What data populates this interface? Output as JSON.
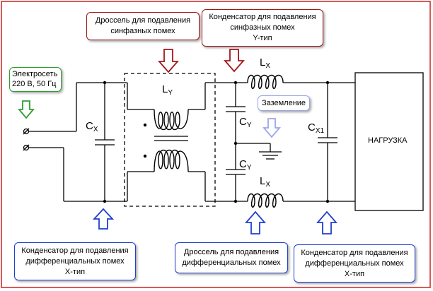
{
  "callouts": {
    "mains": {
      "line1": "Электросеть",
      "line2": "220 В, 50 Гц"
    },
    "common_mode_choke": {
      "line1": "Дроссель для подавления",
      "line2": "синфазных помех"
    },
    "y_capacitor": {
      "line1": "Конденсатор для подавления",
      "line2": "синфазных помех",
      "line3": "Y-тип"
    },
    "ground": {
      "text": "Заземление"
    },
    "x_capacitor_left": {
      "line1": "Конденсатор для подавления",
      "line2": "дифференциальных помех",
      "line3": "X-тип"
    },
    "diff_choke": {
      "line1": "Дроссель для подавления",
      "line2": "дифференциальных помех"
    },
    "x_capacitor_right": {
      "line1": "Конденсатор для подавления",
      "line2": "дифференциальных помех",
      "line3": "X-тип"
    }
  },
  "components": {
    "cx": {
      "main": "C",
      "sub": "X"
    },
    "ly": {
      "main": "L",
      "sub": "Y"
    },
    "cy_top": {
      "main": "C",
      "sub": "Y"
    },
    "cy_bottom": {
      "main": "C",
      "sub": "Y"
    },
    "lx_top": {
      "main": "L",
      "sub": "X"
    },
    "lx_bottom": {
      "main": "L",
      "sub": "X"
    },
    "cx1": {
      "main": "C",
      "sub": "X1"
    }
  },
  "load": {
    "label": "НАГРУЗКА"
  },
  "colors": {
    "green_arrow": "#2e9e2e",
    "red_arrow": "#a01818",
    "blue_arrow": "#1f3fcf",
    "light_blue_arrow": "#9aa6e8",
    "green_border": "#2e9e2e",
    "red_border": "#a01818",
    "blue_border": "#1f3fcf",
    "frame_border": "#cc2222"
  }
}
